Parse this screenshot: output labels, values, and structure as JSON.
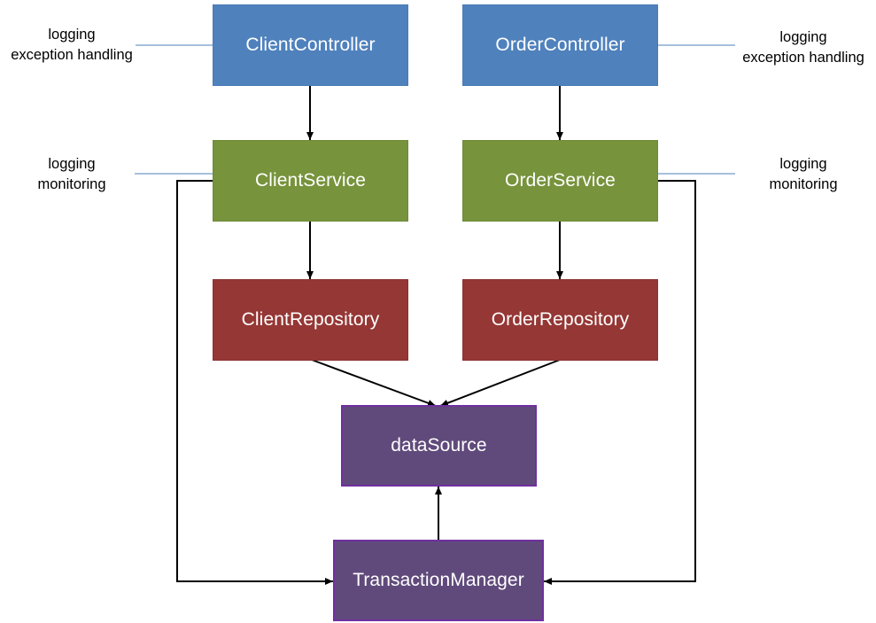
{
  "nodes": {
    "client_controller": "ClientController",
    "order_controller": "OrderController",
    "client_service": "ClientService",
    "order_service": "OrderService",
    "client_repository": "ClientRepository",
    "order_repository": "OrderRepository",
    "data_source": "dataSource",
    "transaction_manager": "TransactionManager"
  },
  "annotations": {
    "client_controller": [
      "logging",
      "exception handling"
    ],
    "order_controller": [
      "logging",
      "exception handling"
    ],
    "client_service": [
      "logging",
      "monitoring"
    ],
    "order_service": [
      "logging",
      "monitoring"
    ]
  },
  "colors": {
    "controller": "#4f81bd",
    "service": "#77933c",
    "repository": "#953735",
    "infrastructure": "#604a7b",
    "infrastructure_border": "#7030a0",
    "annotation_line": "#4f81bd",
    "arrow": "#000000"
  }
}
